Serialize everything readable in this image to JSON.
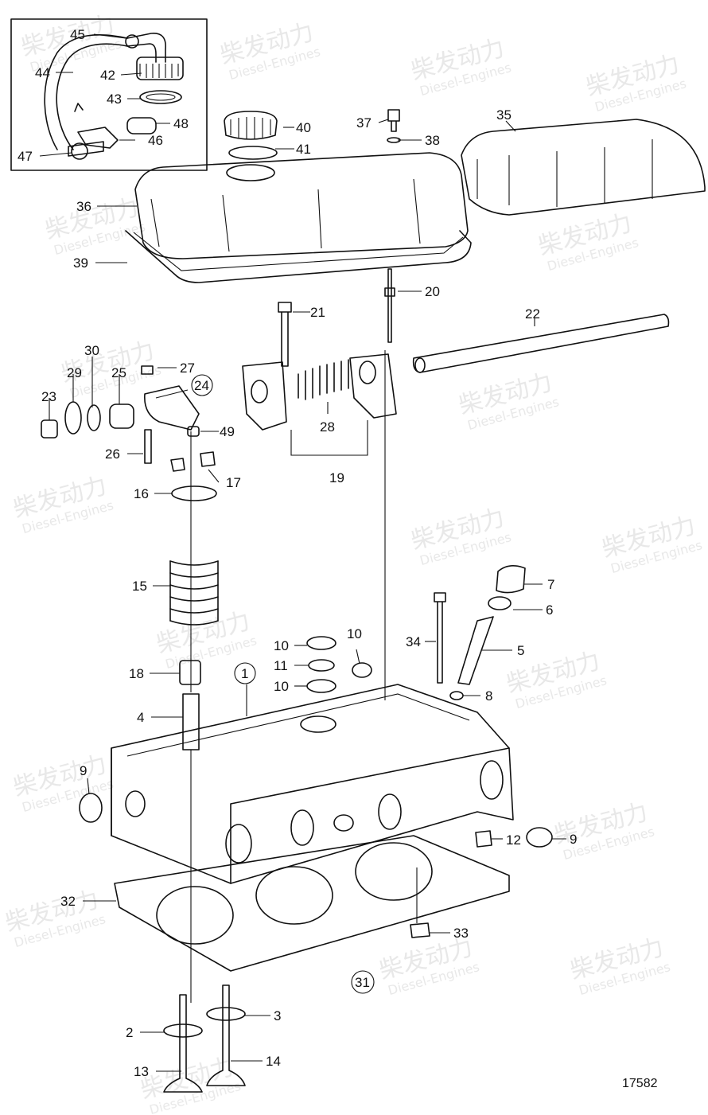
{
  "watermark": {
    "brand": "柴发动力",
    "subtitle": "Diesel-Engines"
  },
  "drawing_number": "17582",
  "callouts": [
    {
      "id": "c45",
      "label": "45"
    },
    {
      "id": "c44",
      "label": "44"
    },
    {
      "id": "c42",
      "label": "42"
    },
    {
      "id": "c43",
      "label": "43"
    },
    {
      "id": "c48",
      "label": "48"
    },
    {
      "id": "c46",
      "label": "46"
    },
    {
      "id": "c47",
      "label": "47"
    },
    {
      "id": "c40",
      "label": "40"
    },
    {
      "id": "c41",
      "label": "41"
    },
    {
      "id": "c37",
      "label": "37"
    },
    {
      "id": "c38",
      "label": "38"
    },
    {
      "id": "c35",
      "label": "35"
    },
    {
      "id": "c36",
      "label": "36"
    },
    {
      "id": "c39",
      "label": "39"
    },
    {
      "id": "c20",
      "label": "20"
    },
    {
      "id": "c21",
      "label": "21"
    },
    {
      "id": "c22",
      "label": "22"
    },
    {
      "id": "c30",
      "label": "30"
    },
    {
      "id": "c27",
      "label": "27"
    },
    {
      "id": "c29",
      "label": "29"
    },
    {
      "id": "c25",
      "label": "25"
    },
    {
      "id": "c24",
      "label": "24"
    },
    {
      "id": "c23",
      "label": "23"
    },
    {
      "id": "c28",
      "label": "28"
    },
    {
      "id": "c49",
      "label": "49"
    },
    {
      "id": "c26",
      "label": "26"
    },
    {
      "id": "c19",
      "label": "19"
    },
    {
      "id": "c17",
      "label": "17"
    },
    {
      "id": "c16",
      "label": "16"
    },
    {
      "id": "c15",
      "label": "15"
    },
    {
      "id": "c7",
      "label": "7"
    },
    {
      "id": "c6",
      "label": "6"
    },
    {
      "id": "c34",
      "label": "34"
    },
    {
      "id": "c5",
      "label": "5"
    },
    {
      "id": "c10a",
      "label": "10"
    },
    {
      "id": "c10b",
      "label": "10"
    },
    {
      "id": "c11",
      "label": "11"
    },
    {
      "id": "c10c",
      "label": "10"
    },
    {
      "id": "c1",
      "label": "1"
    },
    {
      "id": "c18",
      "label": "18"
    },
    {
      "id": "c8",
      "label": "8"
    },
    {
      "id": "c4",
      "label": "4"
    },
    {
      "id": "c9a",
      "label": "9"
    },
    {
      "id": "c12",
      "label": "12"
    },
    {
      "id": "c9b",
      "label": "9"
    },
    {
      "id": "c32",
      "label": "32"
    },
    {
      "id": "c33",
      "label": "33"
    },
    {
      "id": "c31",
      "label": "31"
    },
    {
      "id": "c3",
      "label": "3"
    },
    {
      "id": "c2",
      "label": "2"
    },
    {
      "id": "c14",
      "label": "14"
    },
    {
      "id": "c13",
      "label": "13"
    }
  ]
}
